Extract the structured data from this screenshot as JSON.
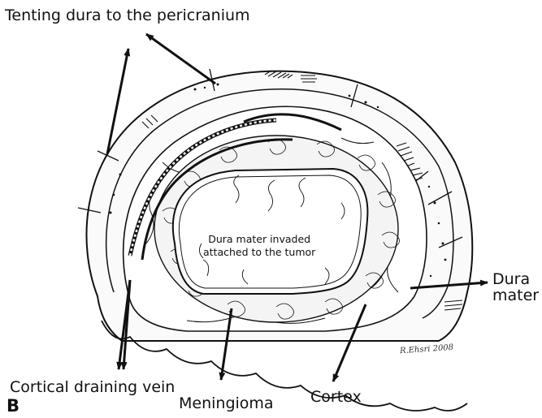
{
  "labels": {
    "tenting": "Tenting dura to the pericranium",
    "dura_line1": "Dura",
    "dura_line2": "mater",
    "cortical_vein": "Cortical draining vein",
    "meningioma": "Meningioma",
    "cortex": "Cortex",
    "inside_line1": "Dura mater invaded",
    "inside_line2": "attached to the tumor",
    "panel": "B",
    "signature": "R.Ehsri 2008"
  },
  "colors": {
    "ink": "#111111",
    "background": "#ffffff"
  }
}
